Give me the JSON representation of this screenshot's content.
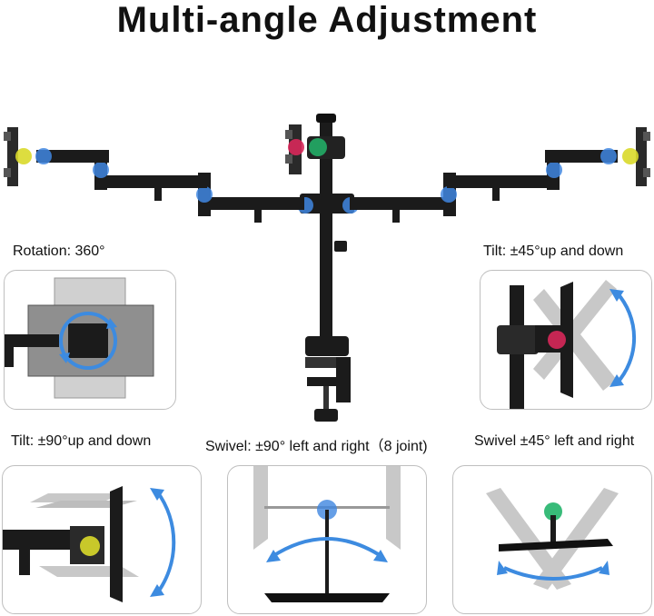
{
  "title": "Multi-angle Adjustment",
  "captions": {
    "rotation": "Rotation: 360°",
    "tilt45": "Tilt: ±45°up and down",
    "tilt90": "Tilt: ±90°up and down",
    "swivel90": "Swivel: ±90° left and right（8 joint)",
    "swivel45": "Swivel ±45° left and right"
  },
  "colors": {
    "joint_blue": "#3f86e0",
    "joint_yellow": "#d9d92a",
    "joint_red": "#d8285a",
    "joint_green": "#22b46a",
    "arrow_blue": "#3d8be0",
    "metal": "#1b1b1b",
    "screen_gray": "#8f8f8f"
  }
}
